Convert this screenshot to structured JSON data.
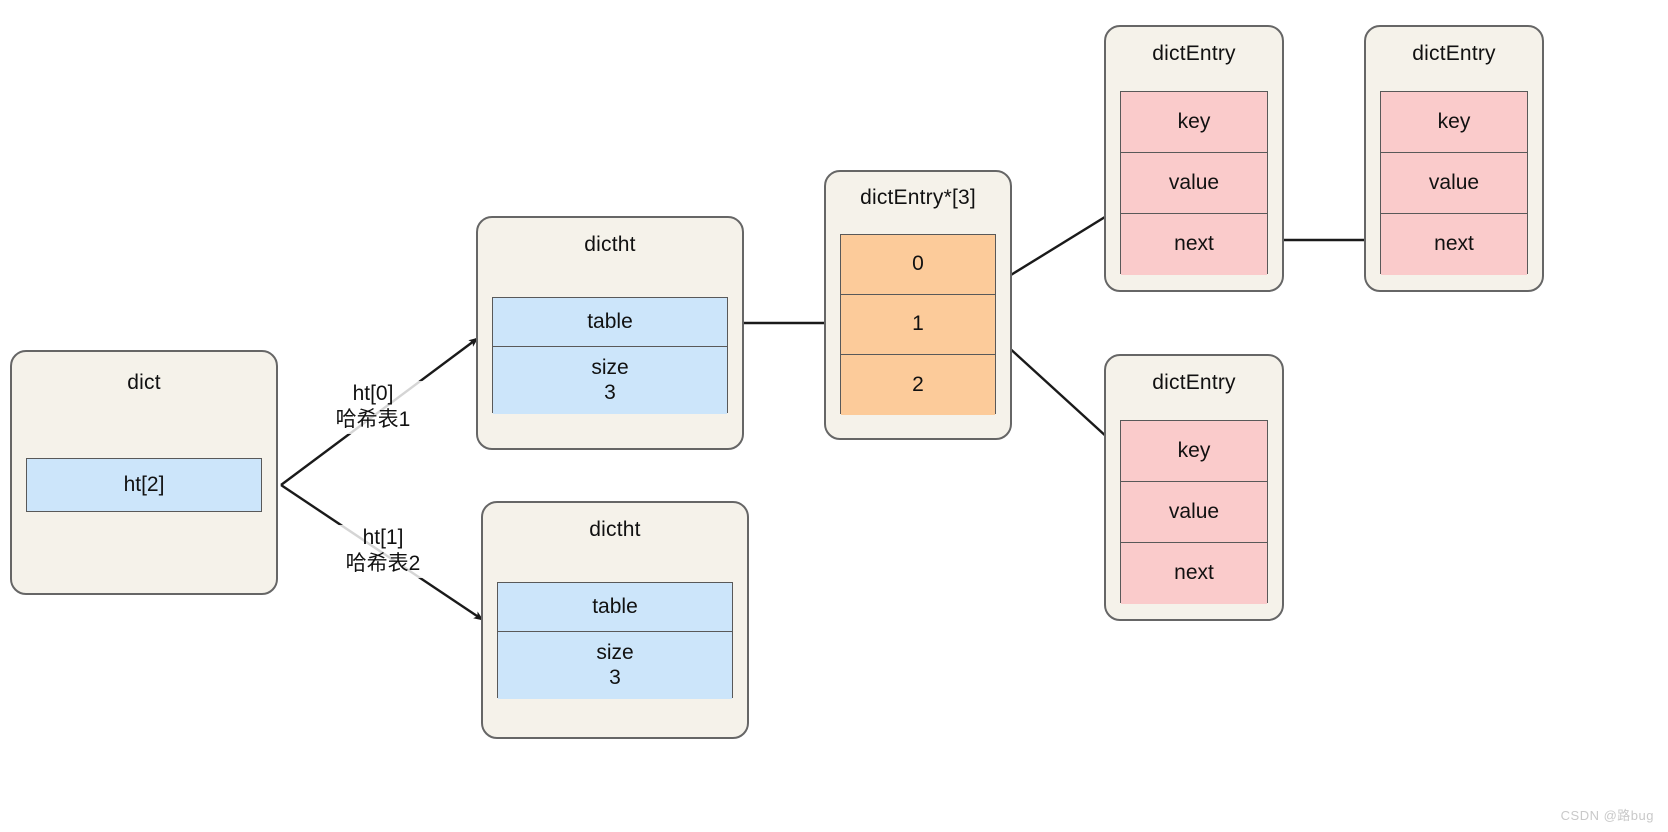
{
  "diagram": {
    "title": "Redis dict / dictht / dictEntry structure",
    "colors": {
      "card_fill": "#F5F2EA",
      "card_border": "#666666",
      "blue_field": "#CCE5FA",
      "pink_field": "#FACBCB",
      "orange_field": "#FCCB9A",
      "field_border": "#595959",
      "arrow": "#1a1a1a",
      "background": "#FFFFFF",
      "watermark": "#C9C9C9"
    }
  },
  "nodes": {
    "dict": {
      "title": "dict",
      "fields": [
        {
          "label": "ht[2]",
          "color": "blue"
        }
      ]
    },
    "dictht_1": {
      "title": "dictht",
      "fields": [
        {
          "label": "table",
          "color": "blue"
        },
        {
          "label": "size",
          "value": "3",
          "color": "blue"
        }
      ]
    },
    "dictht_2": {
      "title": "dictht",
      "fields": [
        {
          "label": "table",
          "color": "blue"
        },
        {
          "label": "size",
          "value": "3",
          "color": "blue"
        }
      ]
    },
    "dictentry_array": {
      "title": "dictEntry*[3]",
      "fields": [
        {
          "label": "0",
          "color": "orange"
        },
        {
          "label": "1",
          "color": "orange"
        },
        {
          "label": "2",
          "color": "orange"
        }
      ]
    },
    "dictentry_a": {
      "title": "dictEntry",
      "fields": [
        {
          "label": "key",
          "color": "pink"
        },
        {
          "label": "value",
          "color": "pink"
        },
        {
          "label": "next",
          "color": "pink"
        }
      ]
    },
    "dictentry_b": {
      "title": "dictEntry",
      "fields": [
        {
          "label": "key",
          "color": "pink"
        },
        {
          "label": "value",
          "color": "pink"
        },
        {
          "label": "next",
          "color": "pink"
        }
      ]
    },
    "dictentry_c": {
      "title": "dictEntry",
      "fields": [
        {
          "label": "key",
          "color": "pink"
        },
        {
          "label": "value",
          "color": "pink"
        },
        {
          "label": "next",
          "color": "pink"
        }
      ]
    }
  },
  "edge_labels": {
    "ht0": {
      "line1": "ht[0]",
      "line2": "哈希表1"
    },
    "ht1": {
      "line1": "ht[1]",
      "line2": "哈希表2"
    }
  },
  "watermark": {
    "text": "CSDN @路bug"
  }
}
